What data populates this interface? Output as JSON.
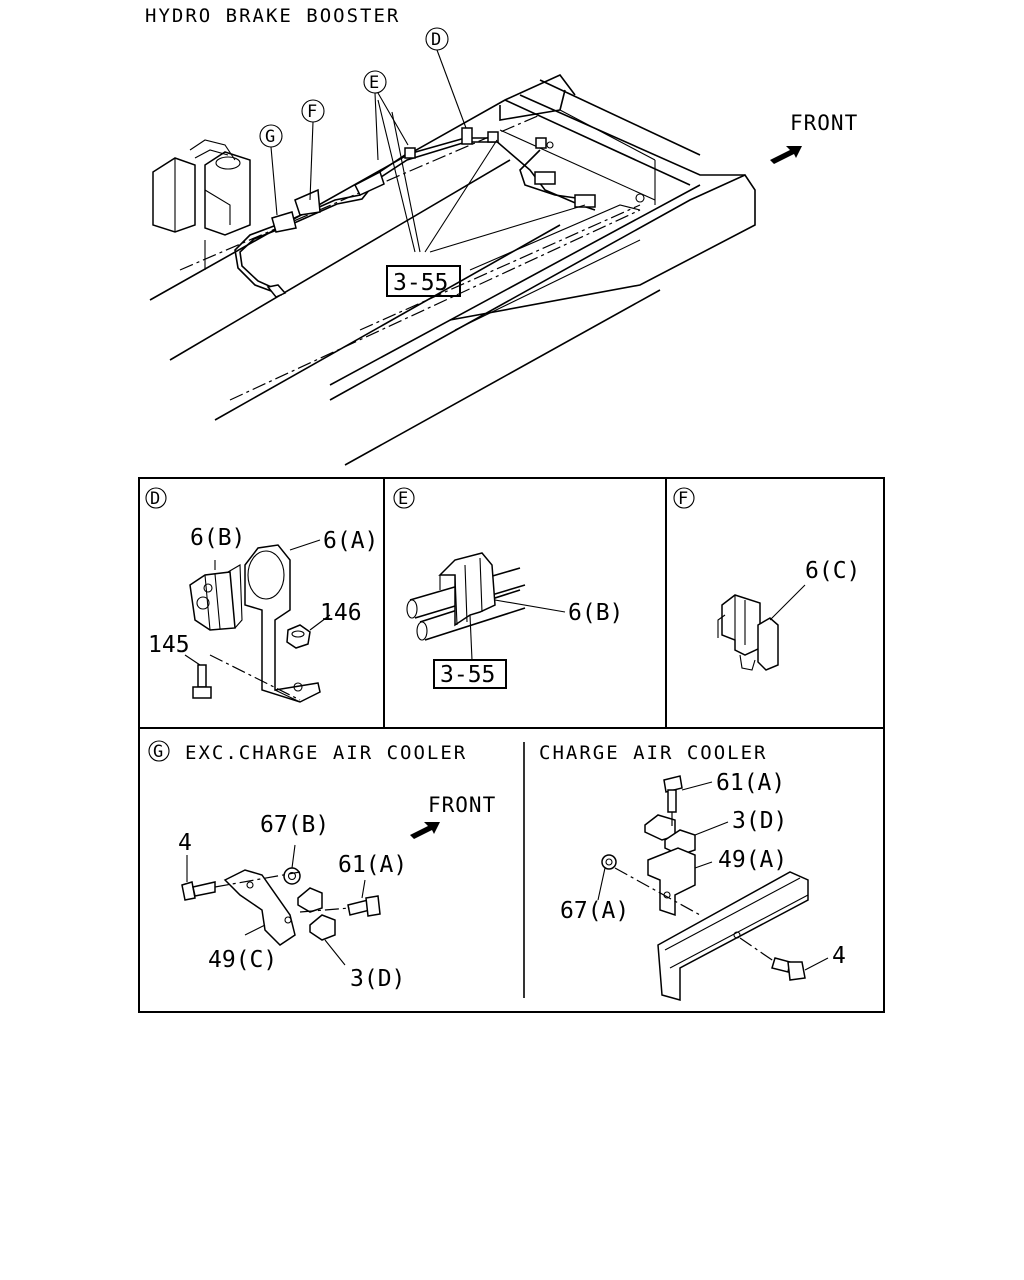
{
  "title": "HYDRO BRAKE BOOSTER",
  "main_view": {
    "front_label": "FRONT",
    "callouts": {
      "d": "D",
      "e": "E",
      "f": "F",
      "g": "G"
    },
    "ref_box": "3-55"
  },
  "panel_d": {
    "letter": "D",
    "labels": {
      "p6b": "6(B)",
      "p6a": "6(A)",
      "p146": "146",
      "p145": "145"
    }
  },
  "panel_e": {
    "letter": "E",
    "labels": {
      "p6b": "6(B)"
    },
    "ref_box": "3-55"
  },
  "panel_f": {
    "letter": "F",
    "labels": {
      "p6c": "6(C)"
    }
  },
  "panel_g": {
    "letter": "G",
    "left_title": "EXC.CHARGE AIR COOLER",
    "right_title": "CHARGE AIR COOLER",
    "front_label": "FRONT",
    "left_labels": {
      "p4": "4",
      "p67b": "67(B)",
      "p61a": "61(A)",
      "p49c": "49(C)",
      "p3d": "3(D)"
    },
    "right_labels": {
      "p61a": "61(A)",
      "p3d": "3(D)",
      "p49a": "49(A)",
      "p67a": "67(A)",
      "p4": "4"
    }
  }
}
